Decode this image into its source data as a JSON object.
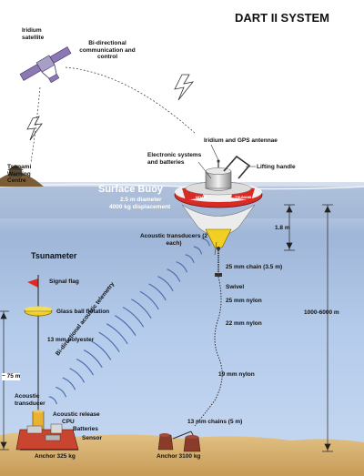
{
  "title": "DART II SYSTEM",
  "labels": {
    "iridium_satellite": "Iridium satellite",
    "bidirectional_comm": "Bi-directional communication and control",
    "iridium_gps": "Iridium and GPS antennae",
    "electronic_systems": "Electronic systems and batteries",
    "lifting_handle": "Lifting handle",
    "tsunami_warning": "Tsunami Warning Centre",
    "surface_buoy": "Surface Buoy",
    "buoy_diameter": "2.5 m diameter",
    "buoy_displacement": "4000 kg displacement",
    "acoustic_transducers": "Acoustic transducers (2 each)",
    "depth_1_8": "1.8 m",
    "tsunameter": "Tsunameter",
    "signal_flag": "Signal flag",
    "glass_ball": "Glass ball flotation",
    "polyester": "13 mm polyester",
    "chain_25": "25 mm chain (3.5 m)",
    "swivel": "Swivel",
    "nylon_25": "25 mm nylon",
    "nylon_22": "22 mm nylon",
    "depth_range": "1000-6000 m",
    "nylon_19": "19 mm nylon",
    "acoustic_telemetry": "Bi-directional acoustic telemetry",
    "approx_75": "~ 75 m",
    "acoustic_transducer": "Acoustic transducer",
    "acoustic_release": "Acoustic release",
    "cpu": "CPU",
    "batteries": "Batteries",
    "sensor": "Sensor",
    "anchor_325": "Anchor 325 kg",
    "chains_13": "13 mm chains (5 m)",
    "anchor_3100": "Anchor 3100 kg",
    "buoy_tag_left": "NOAA",
    "buoy_tag_right": "TSUNAMI"
  },
  "colors": {
    "sky": "#ffffff",
    "sea_surface": "#c9d5e6",
    "sea_deep": "#a9c4ea",
    "seabed": "#d8b477",
    "buoy_red": "#d92b26",
    "float_yellow": "#f2cf24",
    "flag_red": "#e22a20",
    "wave_blue": "#4f6fb0",
    "land": "#8a6a3e"
  },
  "icons": {
    "satellite": "satellite-icon",
    "lightning": "lightning-icon",
    "buoy": "buoy-icon",
    "anchor": "anchor-icon"
  }
}
